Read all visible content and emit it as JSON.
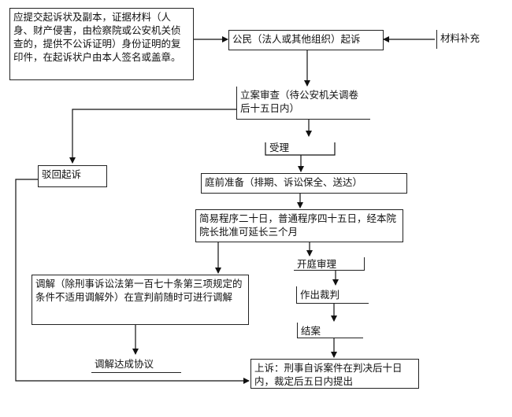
{
  "nodes": {
    "materials_note": "应提交起诉状及副本，证据材料（人身、财产侵害，由检察院或公安机关侦查的，提供不公诉证明）身份证明的复印件，在起诉状户由本人签名或盖章。",
    "filing": "公民（法人或其他组织）起诉",
    "supplement": "材料补充",
    "review": "立案审查（待公安机关调卷后十五日内）",
    "accept": "受理",
    "reject": "驳回起诉",
    "pretrial": "庭前准备（排期、诉讼保全、送达）",
    "procedure": "简易程序二十日，普通程序四十五日，经本院院长批准可延长三个月",
    "trial": "开庭审理",
    "mediation": "调解（除刑事诉讼法第一百七十条第三项规定的条件不适用调解外）在宣判前随时可进行调解",
    "judgment": "作出裁判",
    "mediation_agreement": "调解达成协议",
    "close": "结案",
    "appeal": "上诉：刑事自诉案件在判决后十日内，裁定后五日内提出"
  }
}
